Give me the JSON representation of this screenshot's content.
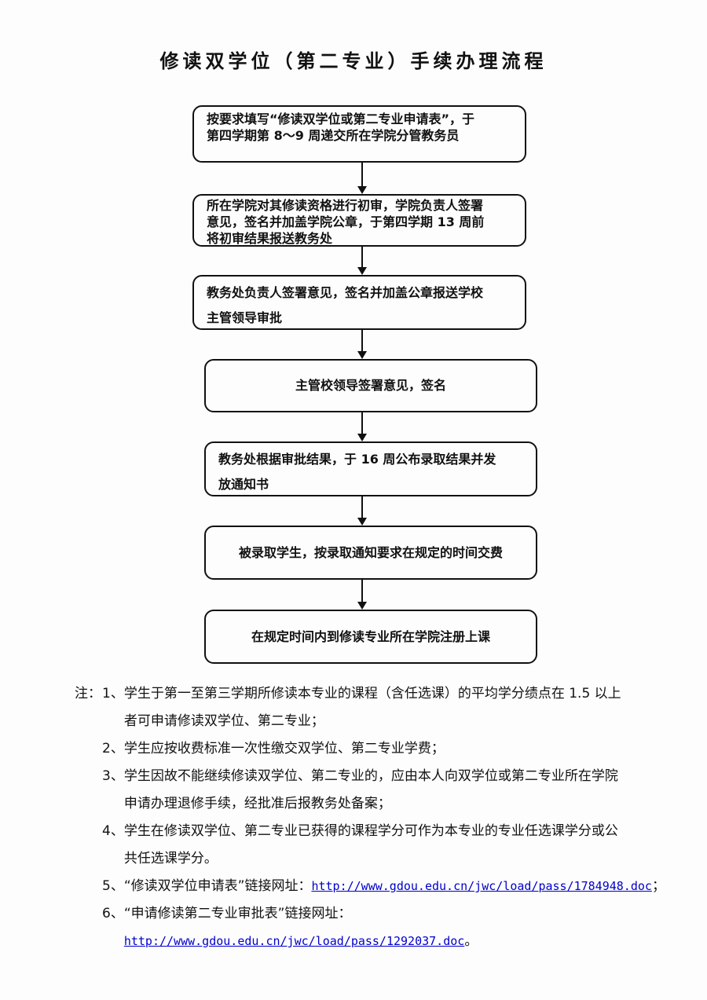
{
  "page": {
    "title": "修读双学位（第二专业）手续办理流程"
  },
  "flowchart": {
    "steps": [
      {
        "id": 1,
        "text": "按要求填写“修读双学位或第二专业申请表”，于\n第四学期第 8～9 周递交所在学院分管教务员"
      },
      {
        "id": 2,
        "text": "所在学院对其修读资格进行初审，学院负责人签署\n意见，签名并加盖学院公章，于第四学期 13 周前\n将初审结果报送教务处"
      },
      {
        "id": 3,
        "text": "教务处负责人签署意见，签名并加盖公章报送学校\n主管领导审批"
      },
      {
        "id": 4,
        "text": "主管校领导签署意见，签名"
      },
      {
        "id": 5,
        "text": "教务处根据审批结果，于 16 周公布录取结果并发\n放通知书"
      },
      {
        "id": 6,
        "text": "被录取学生，按录取通知要求在规定的时间交费"
      },
      {
        "id": 7,
        "text": "在规定时间内到修读专业所在学院注册上课"
      }
    ]
  },
  "notes": {
    "label": "注：",
    "items": [
      {
        "number": "1、",
        "text": "学生于第一至第三学期所修读本专业的课程（含任选课）的平均学分绩点在 1.5 以上\n者可申请修读双学位、第二专业；"
      },
      {
        "number": "2、",
        "text": "学生应按收费标准一次性缴交双学位、第二专业学费；"
      },
      {
        "number": "3、",
        "text": "学生因故不能继续修读双学位、第二专业的，应由本人向双学位或第二专业所在学院\n申请办理退修手续，经批准后报教务处备案；"
      },
      {
        "number": "4、",
        "text": "学生在修读双学位、第二专业已获得的课程学分可作为本专业的专业任选课学分或公\n共任选课学分。"
      },
      {
        "number": "5、",
        "prefix": "“修读双学位申请表”链接网址：",
        "url": "http://www.gdou.edu.cn/jwc/load/pass/1784948.doc",
        "suffix": "；"
      },
      {
        "number": "6、",
        "prefix": "“申请修读第二专业审批表”链接网址：",
        "url": "http://www.gdou.edu.cn/jwc/load/pass/1292037.doc",
        "suffix": "。"
      }
    ]
  },
  "colors": {
    "text": "#111111",
    "link": "#0000cc",
    "background": "#fdfdfd",
    "box_border": "#111111"
  }
}
